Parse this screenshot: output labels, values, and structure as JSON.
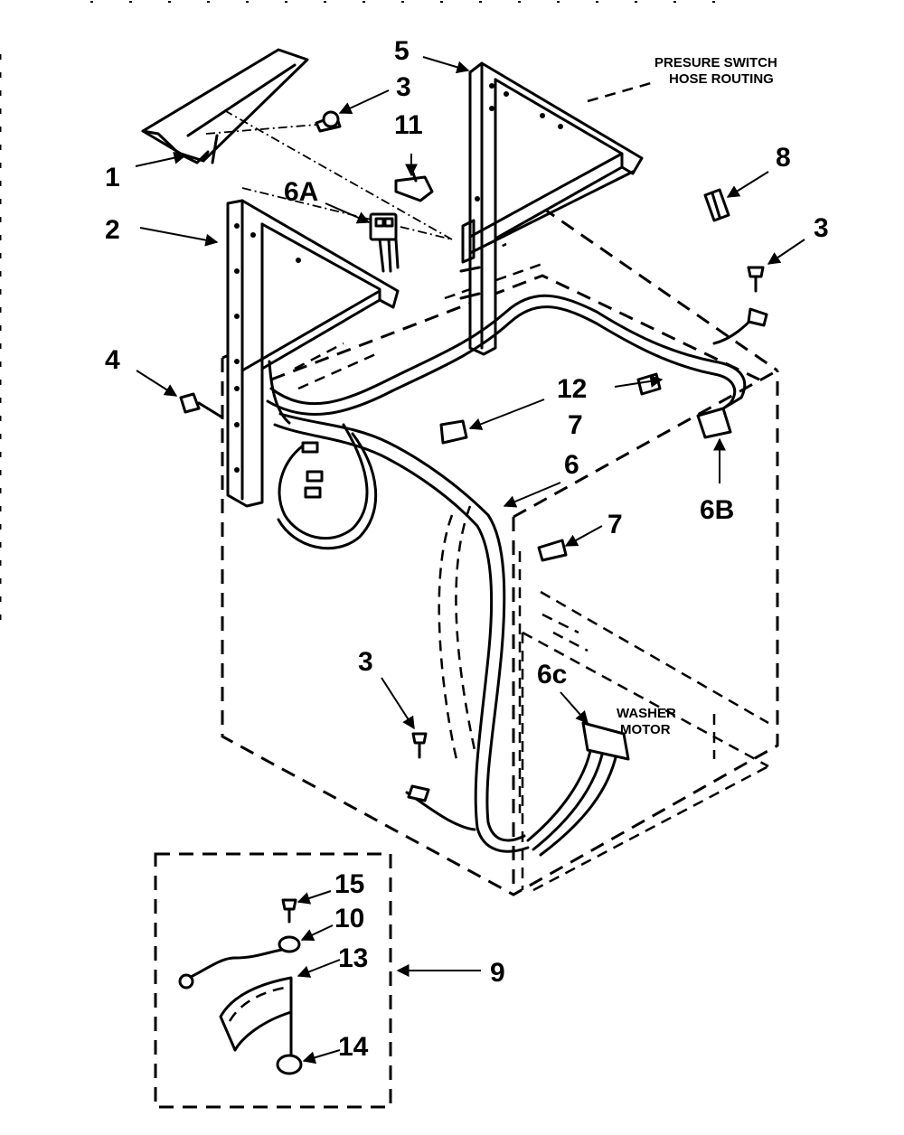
{
  "callouts": {
    "c1": "1",
    "c2": "2",
    "c3_top": "3",
    "c3_right": "3",
    "c3_bottom": "3",
    "c4": "4",
    "c5": "5",
    "c6": "6",
    "c6a": "6A",
    "c6b": "6B",
    "c6c": "6c",
    "c7_upper": "7",
    "c7_lower": "7",
    "c8": "8",
    "c9": "9",
    "c10": "10",
    "c11": "11",
    "c12": "12",
    "c13": "13",
    "c14": "14",
    "c15": "15"
  },
  "notes": {
    "pressure_switch_line1": "PRESURE SWITCH",
    "pressure_switch_line2": "HOSE ROUTING",
    "washer_motor_line1": "WASHER",
    "washer_motor_line2": "MOTOR"
  }
}
